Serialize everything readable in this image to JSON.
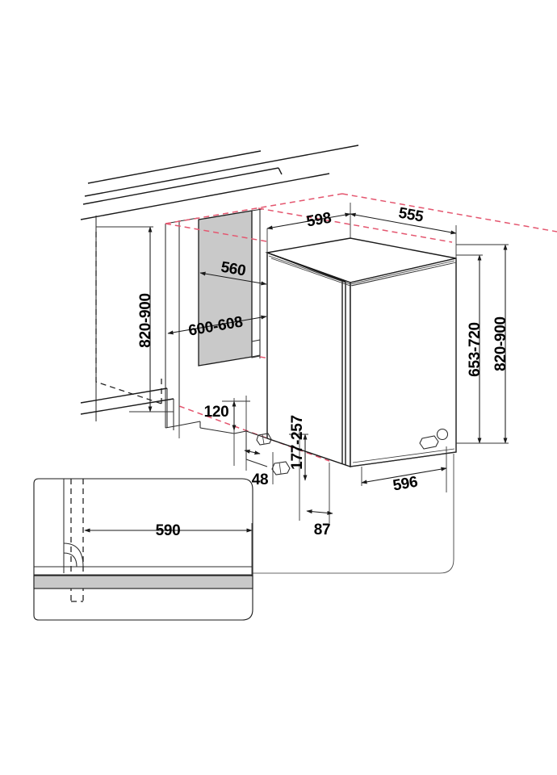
{
  "drawing": {
    "title": "Built-in dishwasher installation dimensions",
    "type": "technical-dimension-drawing",
    "units": "mm",
    "background_color": "#ffffff",
    "line_color": "#1a1a1a",
    "panel_color": "#c9c9c9",
    "guide_color": "#e4566f"
  },
  "dimensions": {
    "niche_height": "820-900",
    "niche_depth_front": "600-608",
    "niche_width": "560",
    "appliance_depth_top": "598",
    "appliance_side_depth": "555",
    "door_height_range": "653-720",
    "appliance_height_range": "820-900",
    "plinth_recess": "120",
    "foot_offset": "48",
    "plinth_height_range": "177-257",
    "appliance_width": "596",
    "front_foot_offset": "87",
    "detail_door_width": "590"
  },
  "labels": {
    "niche_height": "820-900",
    "niche_depth": "600-608",
    "niche_width": "560",
    "top_depth": "598",
    "side_depth": "555",
    "door_height": "653-720",
    "total_height": "820-900",
    "plinth_recess": "120",
    "foot_offset": "48",
    "plinth_height": "177-257",
    "width": "596",
    "front_offset": "87",
    "detail_width": "590"
  },
  "detail_inset": {
    "name": "door-panel-detail",
    "label": "590",
    "description": "plan view detail of door panel width and hinge swing"
  },
  "icons": {
    "arrow": "dimension-arrow",
    "hinge": "hinge-arc",
    "foot": "adjustable-foot",
    "roller": "rear-roller"
  }
}
